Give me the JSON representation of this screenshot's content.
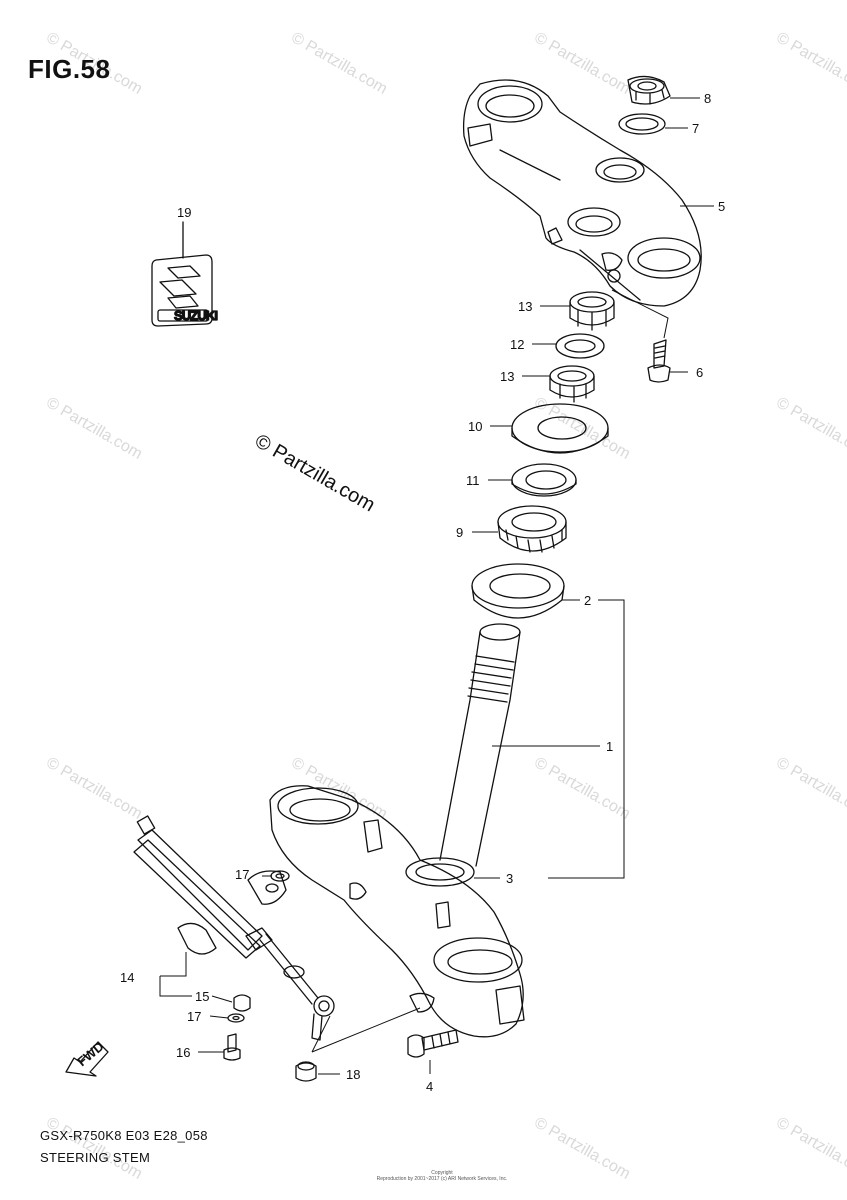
{
  "figure_title": "FIG.58",
  "model_code": "GSX-R750K8 E03 E28_058",
  "section_name": "STEERING STEM",
  "watermark_text": "© Partzilla.com",
  "copyright_lines": [
    "Copyright",
    "Reproduction by 2001~2017 (c) ARI Network Services, Inc."
  ],
  "logo_text": "SUZUKI",
  "fwd_label": "FWD",
  "callouts": [
    "1",
    "2",
    "3",
    "4",
    "5",
    "6",
    "7",
    "8",
    "9",
    "10",
    "11",
    "12",
    "13",
    "13",
    "14",
    "15",
    "16",
    "17",
    "17",
    "18",
    "19"
  ],
  "colors": {
    "line": "#111111",
    "watermark": "#d9d9d9",
    "background": "#ffffff"
  }
}
